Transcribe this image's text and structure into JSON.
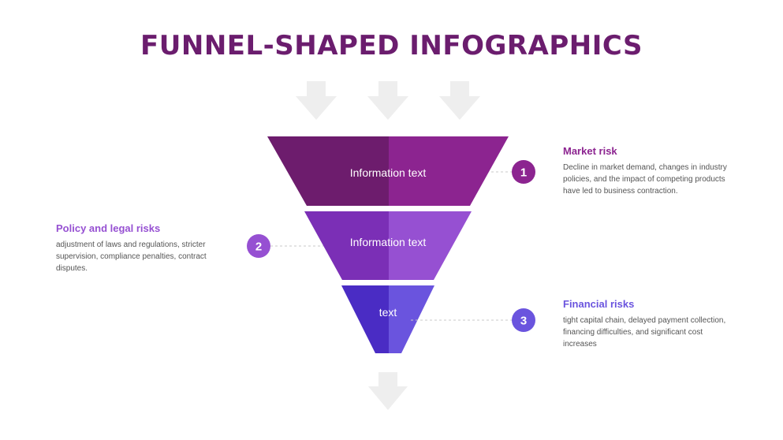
{
  "title": "FUNNEL-SHAPED INFOGRAPHICS",
  "colors": {
    "title": "#6b1d6e",
    "arrow": "#eeeeee",
    "segment_1_dark": "#6d1c6d",
    "segment_1_light": "#8c2490",
    "segment_2_dark": "#7b2fb6",
    "segment_2_light": "#9650d2",
    "segment_3_dark": "#4a2cc4",
    "segment_3_light": "#6a54de",
    "badge_1": "#8c2490",
    "badge_2": "#9650d2",
    "badge_3": "#6a54de",
    "heading_1": "#8c2490",
    "heading_2": "#9650d2",
    "heading_3": "#6a54de"
  },
  "funnel": {
    "segments": [
      {
        "label": "Information text"
      },
      {
        "label": "Information text"
      },
      {
        "label": "text"
      }
    ]
  },
  "items": [
    {
      "number": "1",
      "heading": "Market risk",
      "body": "Decline in market demand, changes in industry policies, and the impact of competing products have led to business contraction."
    },
    {
      "number": "2",
      "heading": "Policy and legal risks",
      "body": "adjustment of laws and regulations, stricter supervision, compliance penalties, contract disputes."
    },
    {
      "number": "3",
      "heading": "Financial risks",
      "body": "tight capital chain, delayed payment collection, financing difficulties, and significant cost increases"
    }
  ]
}
